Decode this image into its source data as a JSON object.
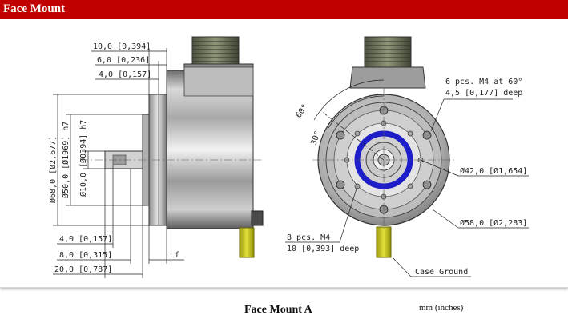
{
  "header": {
    "title": "Face Mount"
  },
  "drawing": {
    "side_view": {
      "dims_top": [
        "10,0 [0,394]",
        "6,0 [0,236]",
        "4,0 [0,157]"
      ],
      "dims_vertical": [
        "Ø68,0 [Ø2,677]",
        "Ø50,0 [Ø1969] h7",
        "Ø10,0 [Ø0394] h7"
      ],
      "dims_bottom": [
        "4,0 [0,157]",
        "8,0 [0,315]",
        "20,0 [0,787]"
      ],
      "lf_label": "Lf"
    },
    "front_view": {
      "angle_60": "60°",
      "angle_30": "30°",
      "holes_m4_label": "6 pcs. M4 at 60°",
      "holes_m4_depth": "4,5 [0,177] deep",
      "dia_42": "Ø42,0 [Ø1,654]",
      "dia_58": "Ø58,0 [Ø2,283]",
      "holes_8_label": "8 pcs. M4",
      "holes_8_depth": "10 [0,393] deep",
      "case_ground": "Case Ground"
    }
  },
  "footer": {
    "caption": "Face Mount A",
    "units": "mm (inches)"
  },
  "colors": {
    "header": "#c00000",
    "cable": "#d8d61a",
    "seal": "#2a2ad0"
  }
}
